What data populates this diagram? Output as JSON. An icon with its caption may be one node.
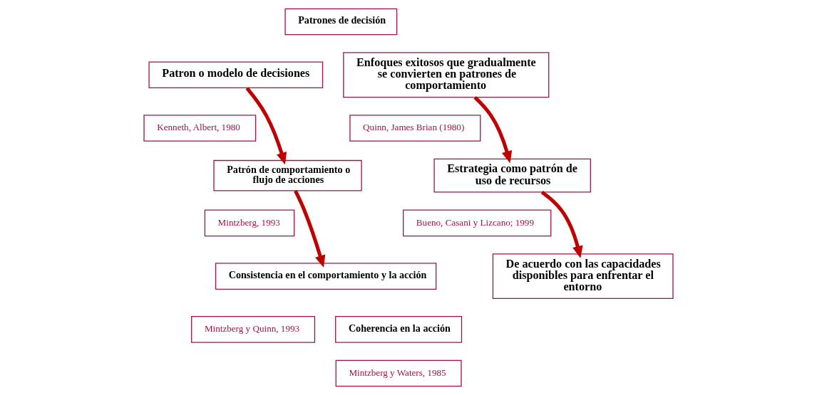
{
  "diagram": {
    "nodes": [
      {
        "text": [
          "Patrones de decisión"
        ]
      },
      {
        "text": [
          "Patron o modelo de decisiones"
        ]
      },
      {
        "text": [
          "Kenneth, Albert, 1980"
        ]
      },
      {
        "text": [
          "Patrón de comportamiento o flujo de acciones"
        ]
      },
      {
        "text": [
          "Mintzberg, 1993"
        ]
      },
      {
        "text": [
          "Consistencia en el comportamiento y la acción"
        ]
      },
      {
        "text": [
          "Mintzberg y Quinn, 1993"
        ]
      },
      {
        "text": [
          "Coherencia en la acción"
        ]
      },
      {
        "text": [
          "Mintzberg y Waters, 1985"
        ]
      },
      {
        "text": [
          "Enfoques exitosos que gradualmente se convierten en patrones de comportamiento"
        ]
      },
      {
        "text": [
          "Quinn, James Brian (1980)"
        ]
      },
      {
        "text": [
          "Estrategia como patrón de uso de recursos"
        ]
      },
      {
        "text": [
          "Bueno, Casani y Lizcano; 1999"
        ]
      },
      {
        "text": [
          "De acuerdo con las capacidades disponibles para enfrentar el entorno"
        ]
      }
    ],
    "edges": [
      {
        "from": 1,
        "to": 3,
        "arrow": "to"
      },
      {
        "from": 3,
        "to": 5,
        "arrow": "to"
      },
      {
        "from": 9,
        "to": 11,
        "arrow": "to"
      },
      {
        "from": 11,
        "to": 13,
        "arrow": "to"
      }
    ]
  }
}
